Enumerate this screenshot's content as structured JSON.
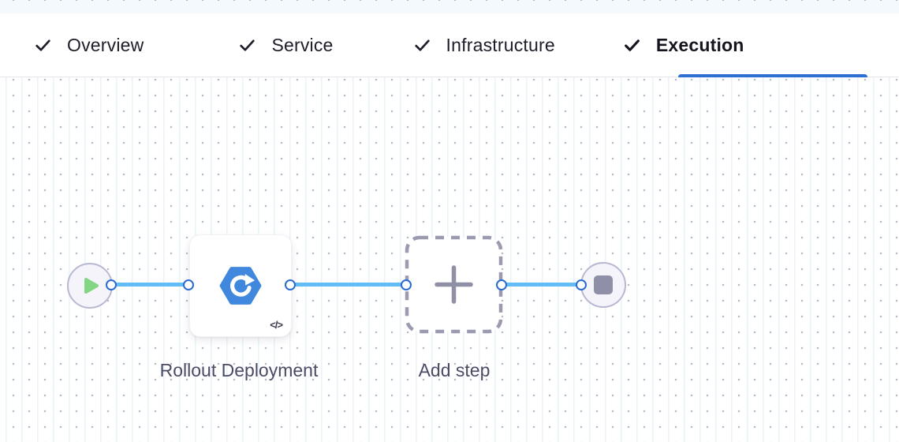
{
  "header": {
    "tabs": [
      {
        "label": "Overview",
        "state": "completed",
        "active": false
      },
      {
        "label": "Service",
        "state": "completed",
        "active": false
      },
      {
        "label": "Infrastructure",
        "state": "completed",
        "active": false
      },
      {
        "label": "Execution",
        "state": "completed",
        "active": true
      }
    ]
  },
  "canvas": {
    "start_node": {
      "icon": "play-icon"
    },
    "end_node": {
      "icon": "stop-icon"
    },
    "step": {
      "name": "Rollout Deployment",
      "icon": "k8s-rollout-hexagon-icon",
      "code_badge": "</>"
    },
    "add_step": {
      "label": "Add step",
      "icon": "plus-icon"
    }
  },
  "colors": {
    "accent_blue": "#2e6fd3",
    "connector_blue": "#62bcf6",
    "connector_port_blue": "#2a6bd0",
    "play_green": "#82d684",
    "node_gray": "#8f8fa8",
    "step_icon_blue": "#4087de",
    "grid_dot": "#b4bac6"
  }
}
